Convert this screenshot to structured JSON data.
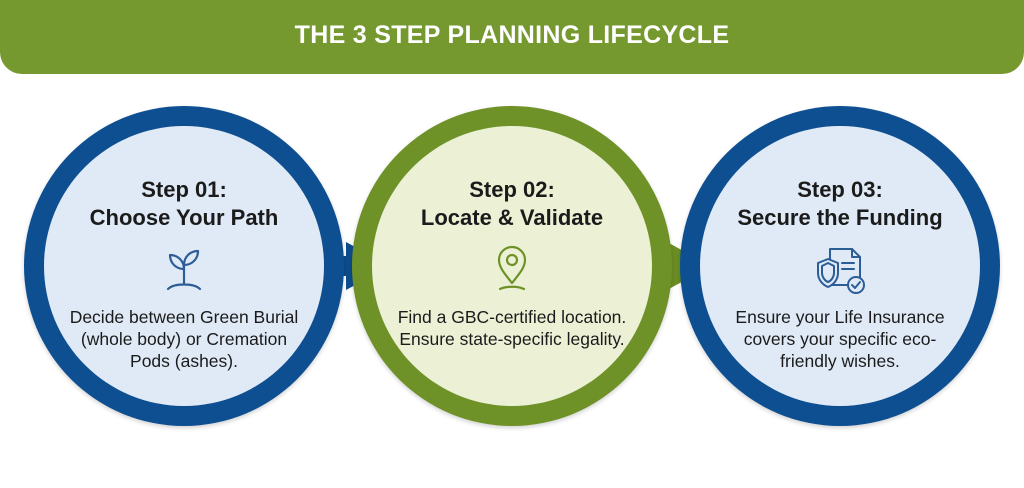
{
  "banner": {
    "title": "THE 3 STEP PLANNING LIFECYCLE"
  },
  "colors": {
    "banner": "#76992f",
    "blue_ring": "#0e4f91",
    "green_ring": "#6f9228",
    "blue_fill": "#dfeaf6",
    "green_fill": "#ecf1d6"
  },
  "steps": [
    {
      "title_line1": "Step 01:",
      "title_line2": "Choose Your Path",
      "icon": "sprout-icon",
      "description": "Decide between Green Burial (whole body) or Cremation Pods (ashes)."
    },
    {
      "title_line1": "Step 02:",
      "title_line2": "Locate & Validate",
      "icon": "location-pin-icon",
      "description": "Find a GBC-certified location. Ensure state-specific legality."
    },
    {
      "title_line1": "Step 03:",
      "title_line2": "Secure the Funding",
      "icon": "insurance-document-shield-icon",
      "description": "Ensure your Life Insurance covers your specific eco-friendly wishes."
    }
  ]
}
